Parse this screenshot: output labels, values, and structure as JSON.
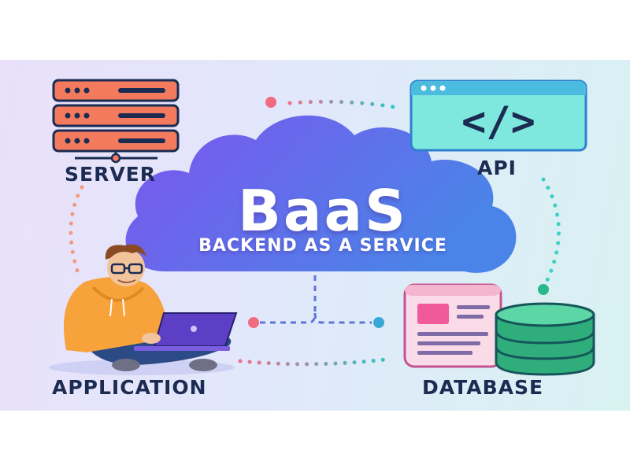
{
  "center": {
    "title": "BaaS",
    "subtitle": "BACKEND AS A SERVICE"
  },
  "nodes": {
    "server": {
      "label": "SERVER",
      "icon": "server-rack-icon"
    },
    "api": {
      "label": "API",
      "icon": "code-window-icon",
      "code_glyph": "</>"
    },
    "application": {
      "label": "APPLICATION",
      "icon": "developer-with-laptop-illustration"
    },
    "database": {
      "label": "DATABASE",
      "icon": "database-cylinder-icon"
    }
  },
  "colors": {
    "cloud_left": "#7b5cf0",
    "cloud_right": "#4b7be6",
    "label_text": "#1b2b52",
    "server_orange": "#f47a5e",
    "api_teal": "#6fe6dc",
    "db_green": "#2fae7c",
    "hoodie_orange": "#f7a23a"
  }
}
